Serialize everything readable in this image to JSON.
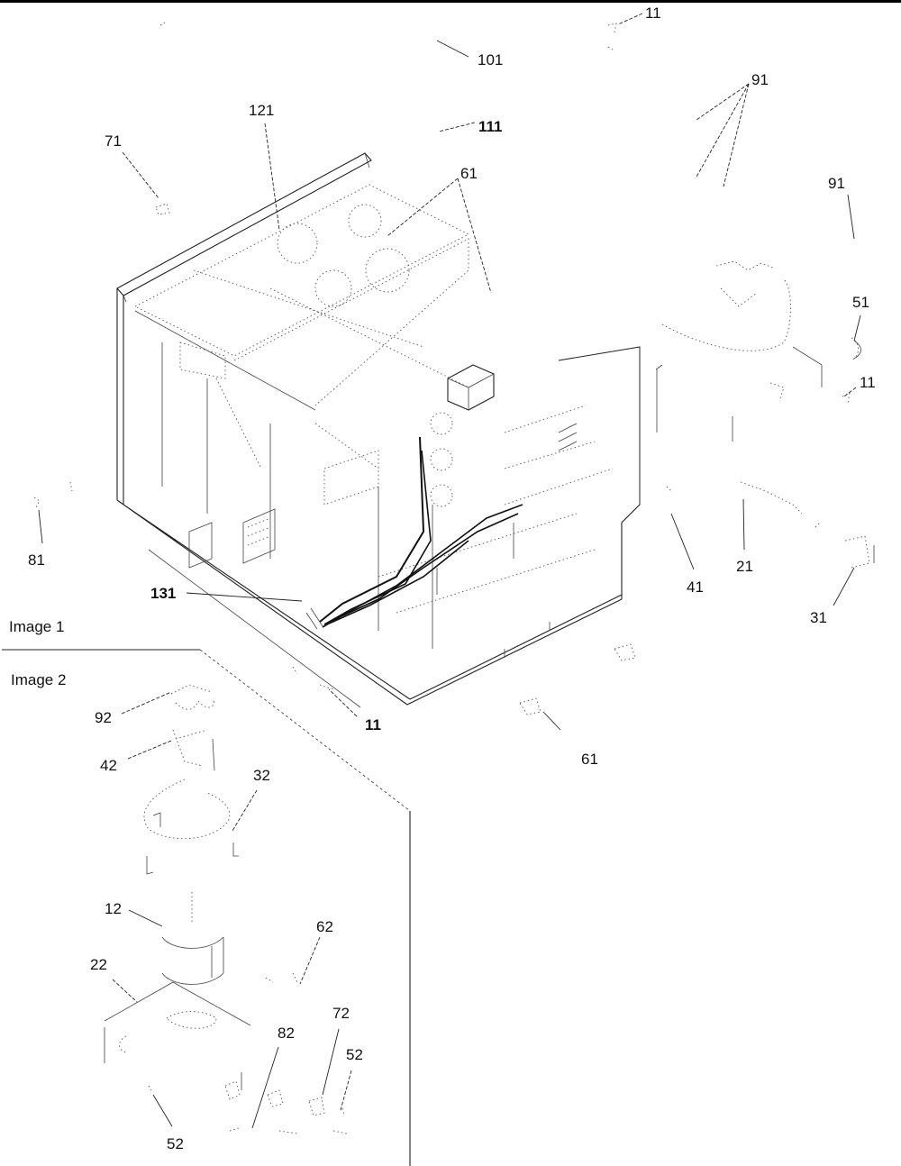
{
  "diagram": {
    "sections": [
      {
        "id": "image-1",
        "label": "Image 1"
      },
      {
        "id": "image-2",
        "label": "Image 2"
      }
    ],
    "callouts_image1": [
      {
        "id": "c101",
        "label": "101"
      },
      {
        "id": "c11-top",
        "label": "11"
      },
      {
        "id": "c91-a",
        "label": "91"
      },
      {
        "id": "c121",
        "label": "121"
      },
      {
        "id": "c111",
        "label": "111"
      },
      {
        "id": "c71",
        "label": "71"
      },
      {
        "id": "c61-top",
        "label": "61"
      },
      {
        "id": "c91-b",
        "label": "91"
      },
      {
        "id": "c51",
        "label": "51"
      },
      {
        "id": "c11-right",
        "label": "11"
      },
      {
        "id": "c81",
        "label": "81"
      },
      {
        "id": "c21",
        "label": "21"
      },
      {
        "id": "c41",
        "label": "41"
      },
      {
        "id": "c131",
        "label": "131"
      },
      {
        "id": "c31",
        "label": "31"
      },
      {
        "id": "c11-bottom",
        "label": "11"
      },
      {
        "id": "c61-bottom",
        "label": "61"
      }
    ],
    "callouts_image2": [
      {
        "id": "c92",
        "label": "92"
      },
      {
        "id": "c42",
        "label": "42"
      },
      {
        "id": "c32",
        "label": "32"
      },
      {
        "id": "c12",
        "label": "12"
      },
      {
        "id": "c62",
        "label": "62"
      },
      {
        "id": "c22",
        "label": "22"
      },
      {
        "id": "c72",
        "label": "72"
      },
      {
        "id": "c82",
        "label": "82"
      },
      {
        "id": "c52-right",
        "label": "52"
      },
      {
        "id": "c52-bottom",
        "label": "52"
      }
    ]
  }
}
